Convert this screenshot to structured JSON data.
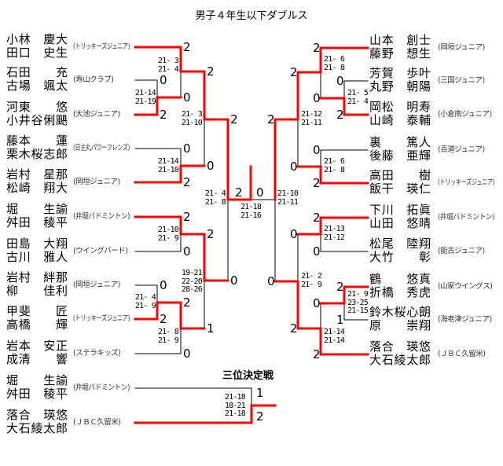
{
  "title": "男子４年生以下ダブルス",
  "third_place_title": "三位決定戦",
  "colors": {
    "winner_line": "#ff0000",
    "line": "#000000"
  },
  "left_entries": [
    {
      "p1": "小林　慶大",
      "p2": "田口　史生",
      "team": "(トリッキーズジュニア)"
    },
    {
      "p1": "石田　　充",
      "p2": "古場　颯太",
      "team": "(寿山クラブ)"
    },
    {
      "p1": "河東　　悠",
      "p2": "小井谷俐颶",
      "team": "(大池ジュニア)"
    },
    {
      "p1": "藤本　　蓮",
      "p2": "栗木桜志郎",
      "team": "(日主丸パワーフレンズ)"
    },
    {
      "p1": "岩村　星那",
      "p2": "松崎　翔大",
      "team": "(岡垣ジュニア)"
    },
    {
      "p1": "堀　　生諭",
      "p2": "舛田　稜平",
      "team": "(井堀バドミントン)"
    },
    {
      "p1": "田島　大翔",
      "p2": "古川　雅人",
      "team": "(ウイングバード)"
    },
    {
      "p1": "岩村　絆那",
      "p2": "柳　　佳利",
      "team": "(岡垣ジュニア)"
    },
    {
      "p1": "甲斐　　匠",
      "p2": "高橋　　輝",
      "team": "(トリッキーズジュニア)"
    },
    {
      "p1": "岩本　安正",
      "p2": "成清　　響",
      "team": "(ステラキッズ)"
    }
  ],
  "right_entries": [
    {
      "p1": "山本　創士",
      "p2": "藤野　想生",
      "team": "(岡垣ジュニア)"
    },
    {
      "p1": "芳賀　歩叶",
      "p2": "丸野　朝陽",
      "team": "(三国ジュニア)"
    },
    {
      "p1": "岡松　明寿",
      "p2": "山崎　泰輔",
      "team": "(小倉南ジュニア)"
    },
    {
      "p1": "裏　　篤人",
      "p2": "後藤　亜輝",
      "team": "(百道ジュニア)"
    },
    {
      "p1": "高田　　樹",
      "p2": "飯干　瑛仁",
      "team": "(トリッキーズジュニア)"
    },
    {
      "p1": "下川　拓眞",
      "p2": "山田　悠晴",
      "team": "(井堀バドミントン)"
    },
    {
      "p1": "松尾　陸翔",
      "p2": "大竹　　彰",
      "team": "(能古ジュニア)"
    },
    {
      "p1": "鶴　　悠真",
      "p2": "折橋　秀虎",
      "team": "(山家ウイングス)"
    },
    {
      "p1": "鈴木桜心朗",
      "p2": "原　　崇翔",
      "team": "(海老津ジュニア)"
    },
    {
      "p1": "落合　瑛悠",
      "p2": "大石綾太郎",
      "team": "(ＪＢＣ久留米)"
    }
  ],
  "third_entries": [
    {
      "p1": "堀　　生諭",
      "p2": "舛田　稜平",
      "team": "(井堀バドミントン)"
    },
    {
      "p1": "落合　瑛悠",
      "p2": "大石綾太郎",
      "team": "(ＪＢＣ久留米)"
    }
  ],
  "matches": [
    {
      "scores": [
        "0",
        "2"
      ],
      "games": "21-14\n21-19"
    },
    {
      "scores": [
        "2",
        "0"
      ],
      "games": "21- 3\n21- 4"
    },
    {
      "scores": [
        "0",
        "2"
      ],
      "games": "21-14\n21-10"
    },
    {
      "scores": [
        "2",
        "0"
      ],
      "games": "21- 3\n21-10"
    },
    {
      "scores": [
        "2",
        "0"
      ],
      "games": "21-10\n21- 9"
    },
    {
      "scores": [
        "0",
        "2"
      ],
      "games": "21- 4\n21- 9"
    },
    {
      "scores": [
        "2",
        "0"
      ],
      "games": "21- 8\n21- 9"
    },
    {
      "scores": [
        "2",
        "1"
      ],
      "games": "19-21\n22-20\n28-26"
    },
    {
      "scores": [
        "2",
        "0"
      ],
      "games": "21- 4\n21- 8"
    },
    {
      "scores": [
        "2",
        "0"
      ],
      "games": "21-18\n21-16"
    },
    {
      "scores": [
        "0",
        "2"
      ],
      "games": "21- 5\n21- 4"
    },
    {
      "scores": [
        "2",
        "0"
      ],
      "games": "21- 6\n21- 8"
    },
    {
      "scores": [
        "0",
        "2"
      ],
      "games": "21- 6\n21- 8"
    },
    {
      "scores": [
        "2",
        "0"
      ],
      "games": "21-12\n21-11"
    },
    {
      "scores": [
        "2",
        "0"
      ],
      "games": "21-13\n21-12"
    },
    {
      "scores": [
        "2",
        "1"
      ],
      "games": "21- 9\n23-25\n21-15"
    },
    {
      "scores": [
        "0",
        "2"
      ],
      "games": "21-14\n21-14"
    },
    {
      "scores": [
        "0",
        "2"
      ],
      "games": "21- 2\n21- 9"
    },
    {
      "scores": [
        "2",
        "0"
      ],
      "games": "21-10\n21-11"
    },
    {
      "scores": [
        "1",
        "2"
      ],
      "games": "21-18\n18-21\n21-18"
    }
  ]
}
